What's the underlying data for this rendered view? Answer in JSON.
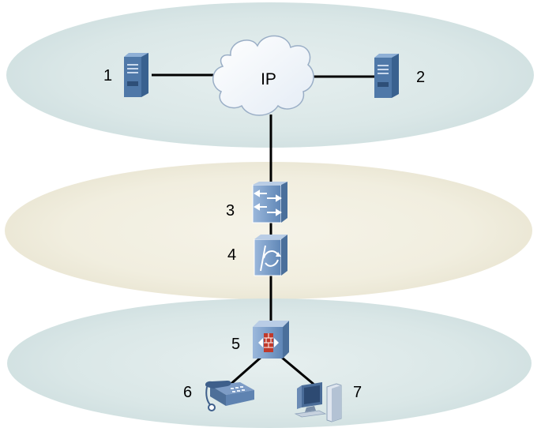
{
  "cloud_label": "IP",
  "nodes": [
    {
      "id": "1",
      "label": "1",
      "icon": "server-icon"
    },
    {
      "id": "2",
      "label": "2",
      "icon": "server-icon"
    },
    {
      "id": "3",
      "label": "3",
      "icon": "switch-icon"
    },
    {
      "id": "4",
      "label": "4",
      "icon": "router-icon"
    },
    {
      "id": "5",
      "label": "5",
      "icon": "firewall-switch-icon"
    },
    {
      "id": "6",
      "label": "6",
      "icon": "ip-phone-icon"
    },
    {
      "id": "7",
      "label": "7",
      "icon": "desktop-pc-icon"
    }
  ],
  "colors": {
    "top_layer": "#dde9e9",
    "middle_layer": "#f2efe0",
    "bottom_layer": "#dde9e9",
    "device_blue": "#6d93c1",
    "link": "#000000"
  }
}
